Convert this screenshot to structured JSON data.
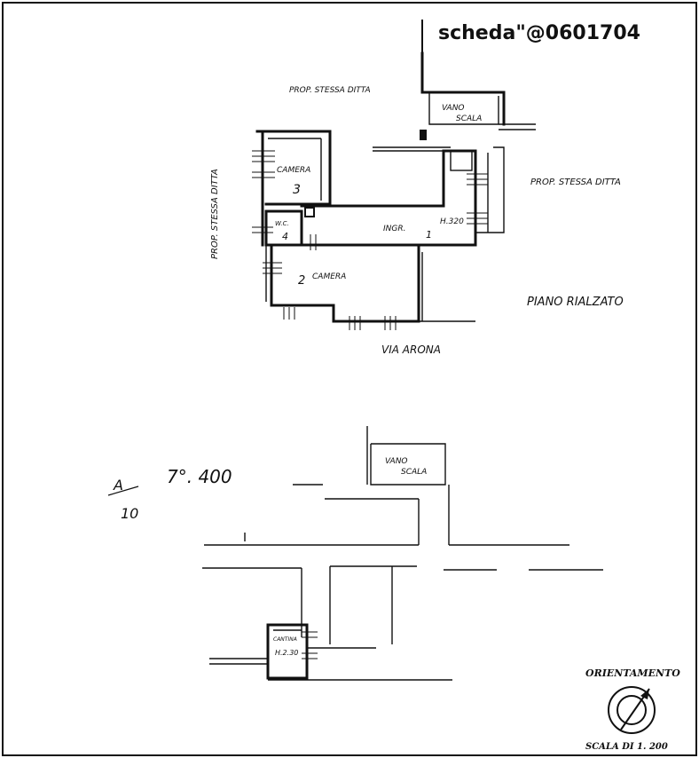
{
  "sheet": {
    "header_code": "scheda\"@0601704",
    "marginal_note_top": "A",
    "marginal_note_bottom": "10",
    "marginal_note_value": "7°. 400"
  },
  "plan_upper": {
    "level_label": "PIANO RIALZATO",
    "street_label": "VIA ARONA",
    "neighbor_top": "PROP. STESSA DITTA",
    "neighbor_right": "PROP. STESSA DITTA",
    "neighbor_left": "PROP. STESSA DITTA",
    "stair_label_1": "VANO",
    "stair_label_2": "SCALA",
    "room_camera_top": "CAMERA",
    "room_camera_top_num": "3",
    "room_wc": "W.C.",
    "room_wc_num": "4",
    "room_ingresso": "INGR.",
    "ingresso_num": "1",
    "ingresso_height": "H.320",
    "room_camera_bottom": "CAMERA",
    "room_camera_bottom_num": "2"
  },
  "plan_lower": {
    "stair_label_1": "VANO",
    "stair_label_2": "SCALA",
    "room_cantina": "CANTINA",
    "cantina_height": "H.2.30"
  },
  "legend": {
    "orientation_label": "ORIENTAMENTO",
    "scale_label": "SCALA DI 1. 200"
  },
  "colors": {
    "ink": "#111111",
    "paper": "#ffffff"
  }
}
